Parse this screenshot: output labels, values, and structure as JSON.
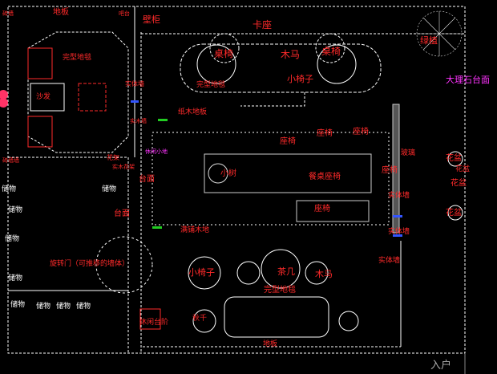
{
  "labels": {
    "top_left_wall": "砖墙",
    "top_floor": "地板",
    "top_bar": "吧台",
    "wall_cabinet": "壁柜",
    "booth": "卡座",
    "tree": "绿植",
    "marble": "大理石台面",
    "carpet_top_left": "完型地毯",
    "carpet_top_mid": "完型地毯",
    "sofa": "沙发",
    "table_left": "桌椅",
    "table_right": "桌椅",
    "stool_top": "木马",
    "chair_top": "小椅子",
    "sliding_left": "实体墙",
    "wood_top": "纸木地板",
    "left_wall_label": "实木墙",
    "storage_1": "储物",
    "storage_2": "储物",
    "storage_3": "储物",
    "storage_4": "储物",
    "storage_5": "储物",
    "storage_6": "储物",
    "storage_7": "储物",
    "storage_8": "储物",
    "storage_9": "储物",
    "left_brick": "砖墙墙",
    "flower_bed": "花架",
    "flower_bed2": "实木花架",
    "table_center": "台面",
    "plants_purple": "休闲小地",
    "step_label": "台面",
    "wood_bottom": "满铺木地",
    "revolving": "旋转门（可推移的墙体）",
    "chair_1": "座椅",
    "chair_2": "座椅",
    "chair_3": "座椅",
    "chair_4": "座椅",
    "chair_5": "座椅",
    "tree_center": "小树",
    "dining": "餐桌座椅",
    "flowerpot_r1": "花盆",
    "flowerpot_r2": "花盆",
    "flowerpot_r3": "花盆",
    "flowerpot_r4": "花盆",
    "glass_wall_1": "玻璃",
    "glass_wall_2": "实体墙",
    "glass_wall_3": "实体墙",
    "glass_wall_4": "实体墙",
    "chair_b_left": "小椅子",
    "coffee": "茶几",
    "stool_b": "木马",
    "carpet_b": "完型地毯",
    "steps": "休闲台阶",
    "swing": "秋千",
    "floor_b": "地板",
    "entrance": "入户"
  },
  "colors": {
    "label": "#ff2a2a",
    "line": "#ffffff",
    "accent": "#ff33ff",
    "blue": "#3355ff",
    "green": "#22cc22"
  }
}
